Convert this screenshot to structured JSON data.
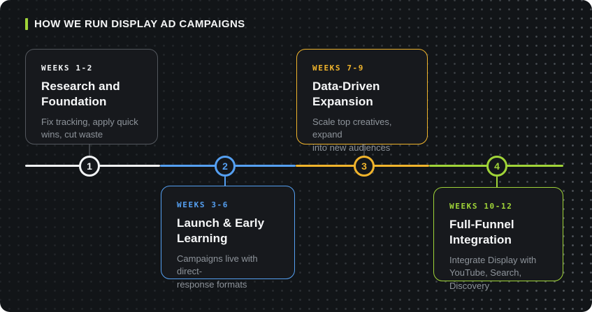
{
  "header": {
    "title": "HOW WE RUN DISPLAY AD CAMPAIGNS",
    "accent_color": "#a0d438"
  },
  "colors": {
    "page_background": "#ffffff",
    "panel_background": "#121518",
    "card_background": "#17191d",
    "title_text": "#f4f5f6",
    "description_text": "#8e949b",
    "gray_connector": "#3e4247",
    "white": "#f2f4f6",
    "blue": "#55a0f2",
    "yellow": "#f0b42c",
    "green": "#a0d438"
  },
  "timeline": {
    "phases": [
      {
        "number": "1",
        "weeks": "WEEKS 1-2",
        "title": "Research and\nFoundation",
        "description": "Fix tracking, apply quick\nwins, cut waste",
        "position": "top",
        "accent": "#f2f4f6",
        "border_color": "#53575d",
        "connector_color": "#3e4247"
      },
      {
        "number": "2",
        "weeks": "WEEKS 3-6",
        "title": "Launch & Early\nLearning",
        "description": "Campaigns live with direct-\nresponse formats",
        "position": "bottom",
        "accent": "#55a0f2",
        "border_color": "#55a0f2",
        "connector_color": "#55a0f2"
      },
      {
        "number": "3",
        "weeks": "WEEKS 7-9",
        "title": "Data-Driven\nExpansion",
        "description": "Scale top creatives, expand\ninto new audiences",
        "position": "top",
        "accent": "#f0b42c",
        "border_color": "#f0b42c",
        "connector_color": "#3e4247"
      },
      {
        "number": "4",
        "weeks": "WEEKS 10-12",
        "title": "Full-Funnel\nIntegration",
        "description": "Integrate Display with\nYouTube, Search, Discovery",
        "position": "bottom",
        "accent": "#a0d438",
        "border_color": "#a0d438",
        "connector_color": "#a0d438"
      }
    ]
  }
}
